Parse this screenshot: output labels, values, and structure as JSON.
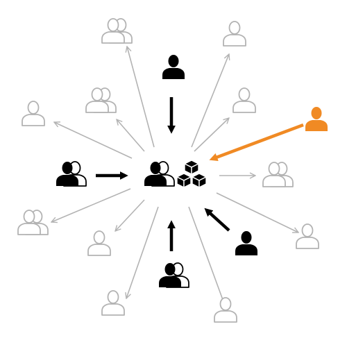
{
  "colors": {
    "background": "#ffffff",
    "primary": "#000000",
    "muted": "#b3b3b3",
    "accent": "#f08a24"
  },
  "center": {
    "group_icon": "user-group-icon",
    "cubes_icon": "cubes-icon"
  },
  "incoming": [
    {
      "name": "incoming-top",
      "icon": "user-icon",
      "color": "primary"
    },
    {
      "name": "incoming-left",
      "icon": "user-group-icon",
      "color": "primary"
    },
    {
      "name": "incoming-bottom",
      "icon": "user-group-icon",
      "color": "primary"
    },
    {
      "name": "incoming-bottom-right",
      "icon": "user-icon",
      "color": "primary"
    },
    {
      "name": "incoming-orange",
      "icon": "user-icon",
      "color": "accent"
    }
  ],
  "outgoing": [
    {
      "name": "outgoing-top-left",
      "icon": "user-group-icon"
    },
    {
      "name": "outgoing-top-right",
      "icon": "user-icon"
    },
    {
      "name": "outgoing-upper-left-inner",
      "icon": "user-group-icon"
    },
    {
      "name": "outgoing-upper-right-inner",
      "icon": "user-icon"
    },
    {
      "name": "outgoing-left",
      "icon": "user-icon"
    },
    {
      "name": "outgoing-right",
      "icon": "user-group-icon"
    },
    {
      "name": "outgoing-lower-left-outer",
      "icon": "user-group-icon"
    },
    {
      "name": "outgoing-lower-left-inner",
      "icon": "user-icon"
    },
    {
      "name": "outgoing-bottom-left",
      "icon": "user-icon"
    },
    {
      "name": "outgoing-bottom-right",
      "icon": "user-icon"
    },
    {
      "name": "outgoing-lower-right",
      "icon": "user-icon"
    }
  ]
}
